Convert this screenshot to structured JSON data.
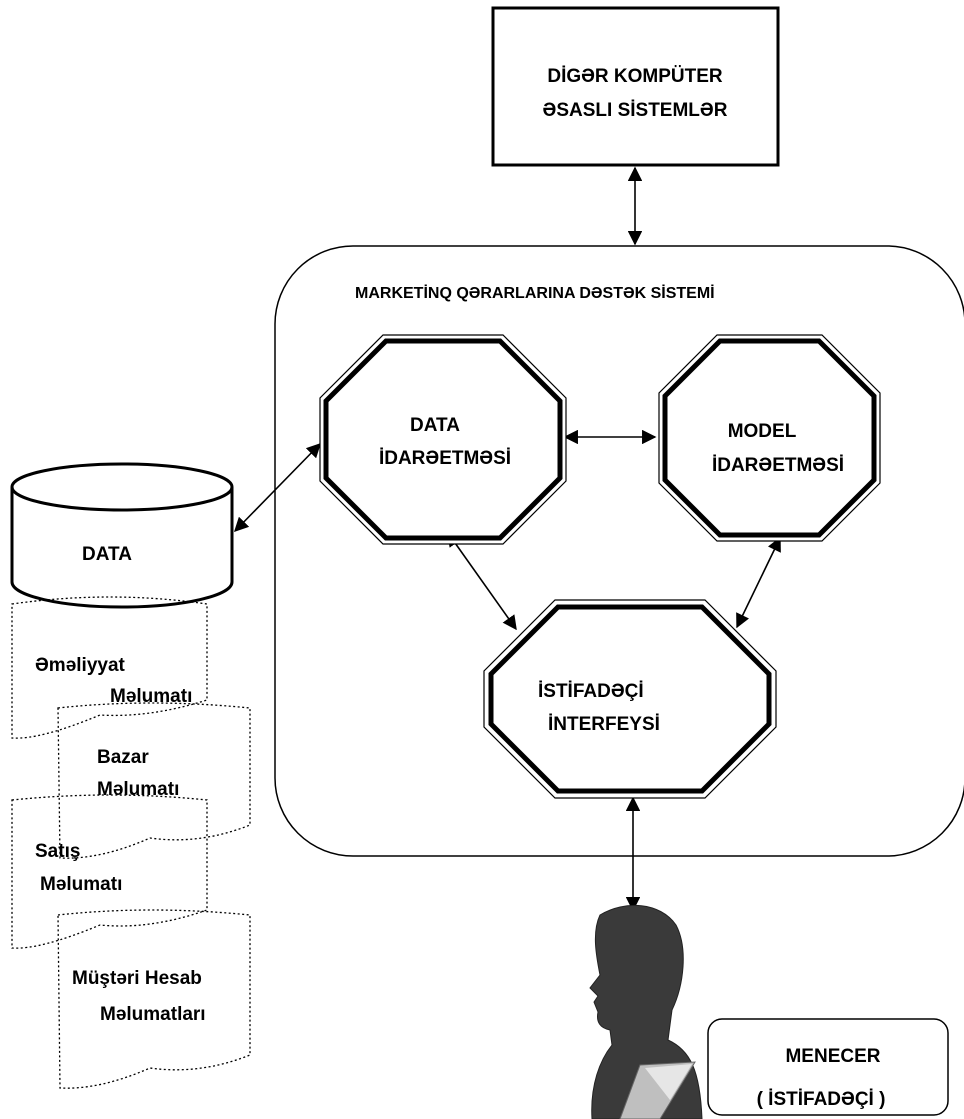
{
  "external_systems": {
    "line1": "DİGƏR KOMPÜTER",
    "line2": "ƏSASLI SİSTEMLƏR"
  },
  "dss": {
    "title": "MARKETİNQ QƏRARLARINA DƏSTƏK SİSTEMİ"
  },
  "data_management": {
    "line1": "DATA",
    "line2": "İDARƏETMƏSİ"
  },
  "model_management": {
    "line1": "MODEL",
    "line2": "İDARƏETMƏSİ"
  },
  "user_interface": {
    "line1": "İSTİFADƏÇİ",
    "line2": "İNTERFEYSİ"
  },
  "database": {
    "label": "DATA"
  },
  "data_sources": [
    {
      "line1": "Əməliyyat",
      "line2": "Məlumatı"
    },
    {
      "line1": "Bazar",
      "line2": "Məlumatı"
    },
    {
      "line1": "Satış",
      "line2": "Məlumatı"
    },
    {
      "line1": "Müştəri Hesab",
      "line2": "Məlumatları"
    }
  ],
  "manager": {
    "line1": "MENECER",
    "line2": "( İSTİFADƏÇİ )"
  }
}
